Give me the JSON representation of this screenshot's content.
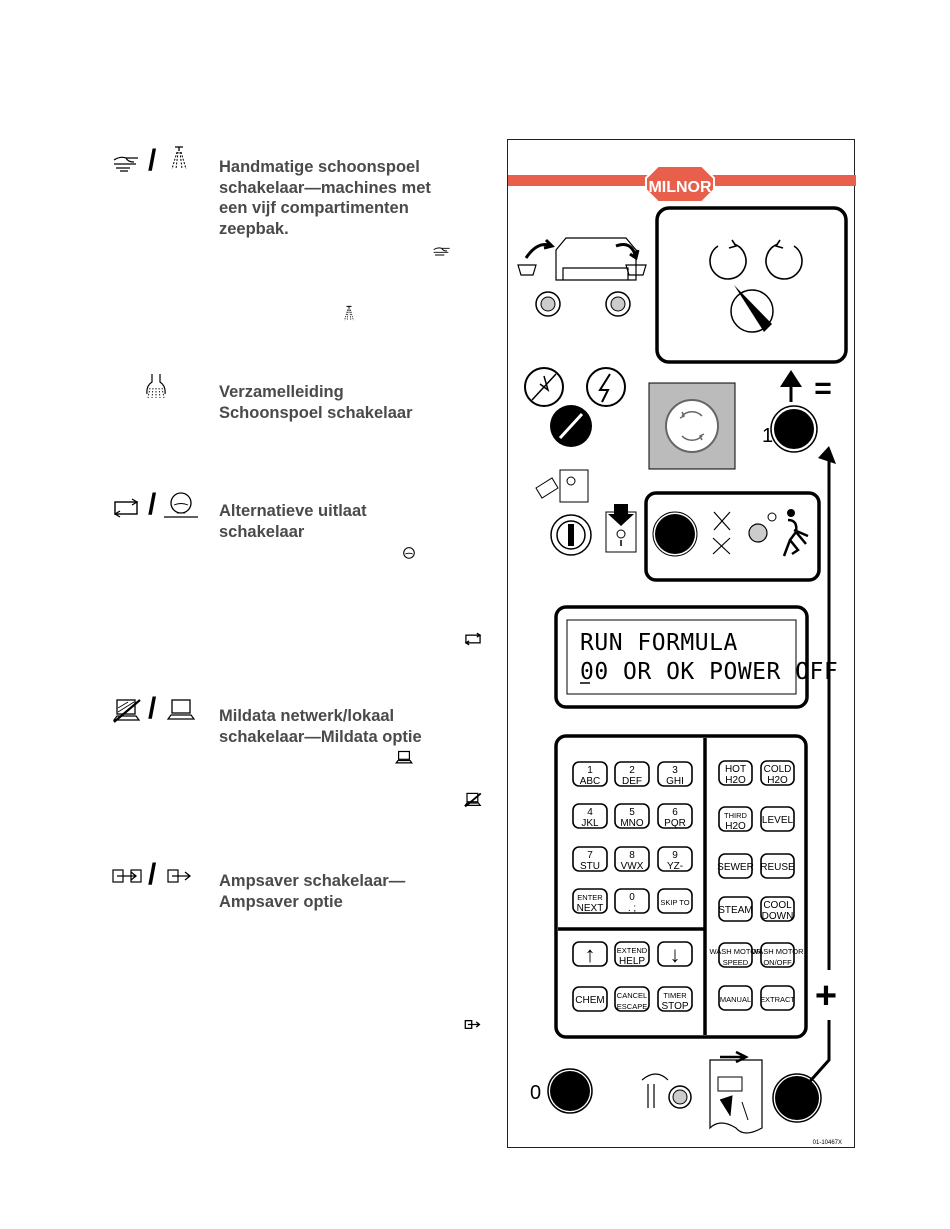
{
  "sections": [
    {
      "title_lines": [
        "Handmatige schoonspoel",
        "schakelaar—machines met",
        "een vijf compartimenten",
        "zeepbak."
      ],
      "icons": [
        "hand-rinse-icon",
        "spray-rinse-icon"
      ]
    },
    {
      "title_lines": [
        "Verzamelleiding",
        "Schoonspoel schakelaar"
      ],
      "icons": [
        "manifold-rinse-icon"
      ]
    },
    {
      "title_lines": [
        "Alternatieve uitlaat",
        "schakelaar"
      ],
      "icons": [
        "alternate-exhaust-icon",
        "drain-bowl-icon"
      ]
    },
    {
      "title_lines": [
        "Mildata netwerk/lokaal",
        "schakelaar—Mildata optie"
      ],
      "icons": [
        "network-off-icon",
        "local-computer-icon"
      ]
    },
    {
      "title_lines": [
        "Ampsaver schakelaar—",
        "Ampsaver optie"
      ],
      "icons": [
        "ampsaver-icon",
        "ampsaver-arrow-icon"
      ]
    }
  ],
  "slash": "/",
  "panel": {
    "brand": "MILNOR",
    "display": {
      "line1": "RUN FORMULA",
      "line2": "00 OR OK POWER OFF"
    },
    "start_label": "1",
    "stop_label": "0",
    "plus_label": "+",
    "equals_label": "=",
    "numeric_keys": [
      {
        "top": "1",
        "bottom": "ABC"
      },
      {
        "top": "2",
        "bottom": "DEF"
      },
      {
        "top": "3",
        "bottom": "GHI"
      },
      {
        "top": "4",
        "bottom": "JKL"
      },
      {
        "top": "5",
        "bottom": "MNO"
      },
      {
        "top": "6",
        "bottom": "PQR"
      },
      {
        "top": "7",
        "bottom": "STU"
      },
      {
        "top": "8",
        "bottom": "VWX"
      },
      {
        "top": "9",
        "bottom": "YZ-"
      },
      {
        "top": "ENTER",
        "bottom": "NEXT"
      },
      {
        "top": "0",
        "bottom": ". ;"
      },
      {
        "top": "SKIP TO",
        "bottom": ""
      }
    ],
    "nav_keys": [
      {
        "top": "↑",
        "bottom": ""
      },
      {
        "top": "EXTEND",
        "bottom": "HELP"
      },
      {
        "top": "↓",
        "bottom": ""
      },
      {
        "top": "CHEM",
        "bottom": ""
      },
      {
        "top": "CANCEL",
        "bottom": "ESCAPE"
      },
      {
        "top": "TIMER",
        "bottom": "STOP"
      }
    ],
    "function_keys": [
      {
        "top": "HOT",
        "bottom": "H2O"
      },
      {
        "top": "COLD",
        "bottom": "H2O"
      },
      {
        "top": "THIRD",
        "bottom": "H2O"
      },
      {
        "top": "LEVEL",
        "bottom": ""
      },
      {
        "top": "SEWER",
        "bottom": ""
      },
      {
        "top": "REUSE",
        "bottom": ""
      },
      {
        "top": "STEAM",
        "bottom": ""
      },
      {
        "top": "COOL",
        "bottom": "DOWN"
      },
      {
        "top": "WASH MOTOR",
        "bottom": "SPEED"
      },
      {
        "top": "WASH MOTOR",
        "bottom": "ON/OFF"
      },
      {
        "top": "MANUAL",
        "bottom": ""
      },
      {
        "top": "EXTRACT",
        "bottom": ""
      }
    ],
    "figure_id": "01-10467X",
    "brand_color": "#e8604c"
  }
}
